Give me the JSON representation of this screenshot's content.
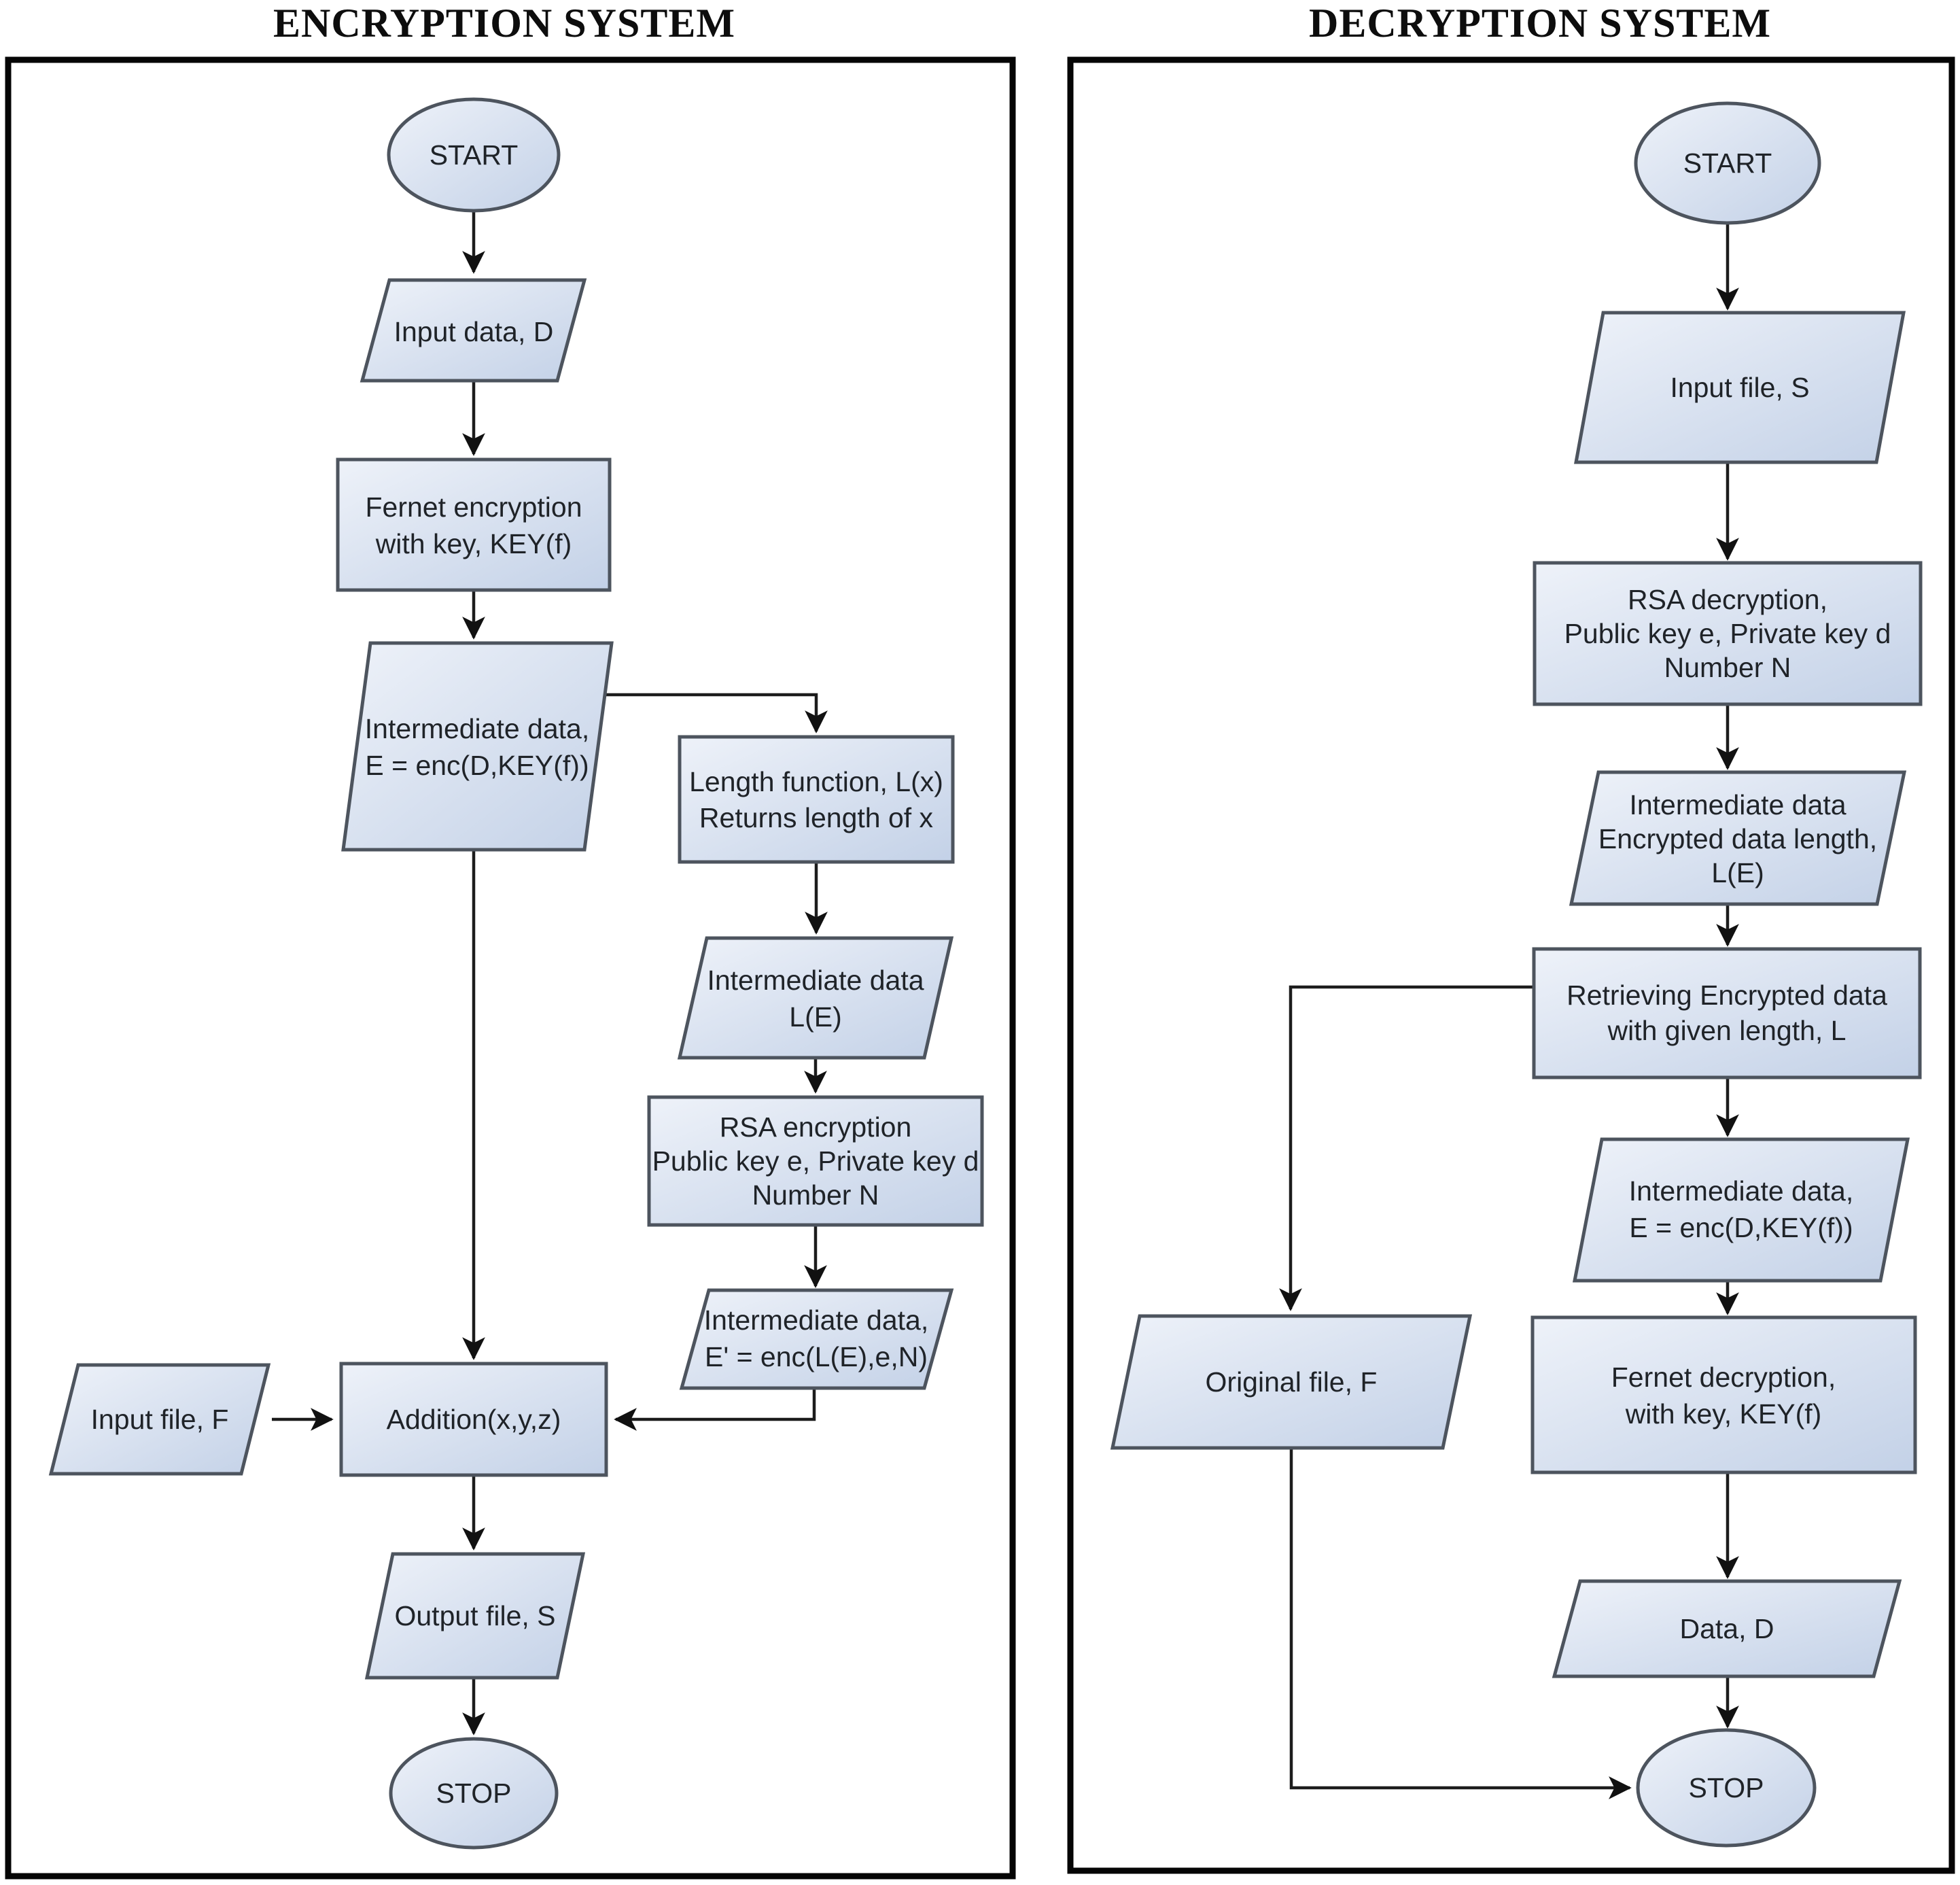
{
  "diagram": {
    "encryption": {
      "title": "ENCRYPTION SYSTEM",
      "start": "START",
      "input_data": "Input data, D",
      "fernet": [
        "Fernet encryption",
        "with key, KEY(f)"
      ],
      "intermediate_e": [
        "Intermediate data,",
        "E = enc(D,KEY(f))"
      ],
      "length_fn": [
        "Length function, L(x)",
        "Returns length of x"
      ],
      "intermediate_le": [
        "Intermediate data",
        "L(E)"
      ],
      "rsa": [
        "RSA encryption",
        "Public key e, Private key d",
        "Number N"
      ],
      "intermediate_ep": [
        "Intermediate data,",
        "E' = enc(L(E),e,N)"
      ],
      "addition": "Addition(x,y,z)",
      "input_file": "Input file, F",
      "output_file": "Output file, S",
      "stop": "STOP"
    },
    "decryption": {
      "title": "DECRYPTION SYSTEM",
      "start": "START",
      "input_file": "Input file, S",
      "rsa": [
        "RSA decryption,",
        "Public key e, Private key d",
        "Number N"
      ],
      "intermediate_le": [
        "Intermediate data",
        "Encrypted data length,",
        "L(E)"
      ],
      "retrieve": [
        "Retrieving Encrypted data",
        "with given length, L"
      ],
      "intermediate_e": [
        "Intermediate data,",
        "E = enc(D,KEY(f))"
      ],
      "fernet": [
        "Fernet decryption,",
        "with key, KEY(f)"
      ],
      "original_file": "Original file, F",
      "data": "Data, D",
      "stop": "STOP"
    },
    "colors": {
      "shape_fill_top": "#eef2f9",
      "shape_fill_bottom": "#c3d1e7",
      "shape_stroke": "#4d545e",
      "connector": "#1c1c1c",
      "panel_border": "#050505",
      "text": "#1f2328"
    }
  }
}
